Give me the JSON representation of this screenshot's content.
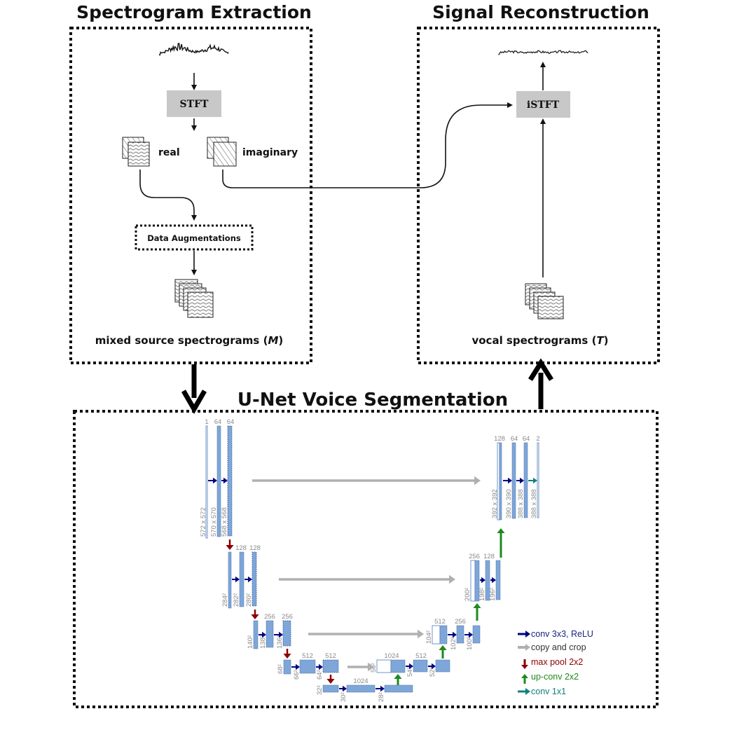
{
  "titles": {
    "extraction": "Spectrogram Extraction",
    "reconstruction": "Signal Reconstruction",
    "unet": "U-Net Voice Segmentation"
  },
  "extraction": {
    "stft": "STFT",
    "real": "real",
    "imaginary": "imaginary",
    "augment": "Data Augmentations",
    "mixed_label": "mixed source spectrograms (",
    "mixed_symbol": "M",
    "mixed_close": ")"
  },
  "reconstruction": {
    "istft": "iSTFT",
    "vocal_label": "vocal spectrograms (",
    "vocal_symbol": "T",
    "vocal_close": ")"
  },
  "unet": {
    "channels": {
      "l1a": "1",
      "l1b": "64",
      "l1c": "64",
      "l2a": "128",
      "l2b": "128",
      "l3a": "256",
      "l3b": "256",
      "l4a": "512",
      "l4b": "512",
      "l5a": "1024",
      "u4a": "1024",
      "u4b": "512",
      "u3a": "512",
      "u3b": "256",
      "u2a": "256",
      "u2b": "128",
      "u1a": "128",
      "u1b": "64",
      "u1c": "64",
      "u1d": "2"
    },
    "sizes": {
      "l1a": "572 x 572",
      "l1b": "570 x 570",
      "l1c": "568 x 568",
      "l2a": "284²",
      "l2b": "282²",
      "l2c": "280²",
      "l3a": "140²",
      "l3b": "138²",
      "l3c": "136²",
      "l4a": "68²",
      "l4b": "66²",
      "l4c": "64²",
      "l5a": "32²",
      "l5b": "30²",
      "l5c": "28²",
      "u4a": "56²",
      "u4b": "54²",
      "u4c": "52²",
      "u3a": "104²",
      "u3b": "102²",
      "u3c": "100²",
      "u2a": "200²",
      "u2b": "198²",
      "u2c": "196²",
      "u1a": "392 x 392",
      "u1b": "390 x 390",
      "u1c": "388 x 388",
      "u1d": "388 x 388"
    }
  },
  "legend": [
    {
      "label": "conv 3x3, ReLU",
      "color": "#1a237e"
    },
    {
      "label": "copy and crop",
      "color": "#333333"
    },
    {
      "label": "max pool 2x2",
      "color": "#8b0000"
    },
    {
      "label": "up-conv 2x2",
      "color": "#1e8a1e"
    },
    {
      "label": "conv 1x1",
      "color": "#118080"
    }
  ],
  "colors": {
    "block": "#7ea6d9",
    "block_edge": "#4e74a8",
    "conv": "#000080",
    "copy": "#b0b0b0",
    "pool": "#8b0000",
    "upconv": "#1e8a1e",
    "conv1x1": "#118080",
    "gray_box": "#c8c8c8"
  }
}
